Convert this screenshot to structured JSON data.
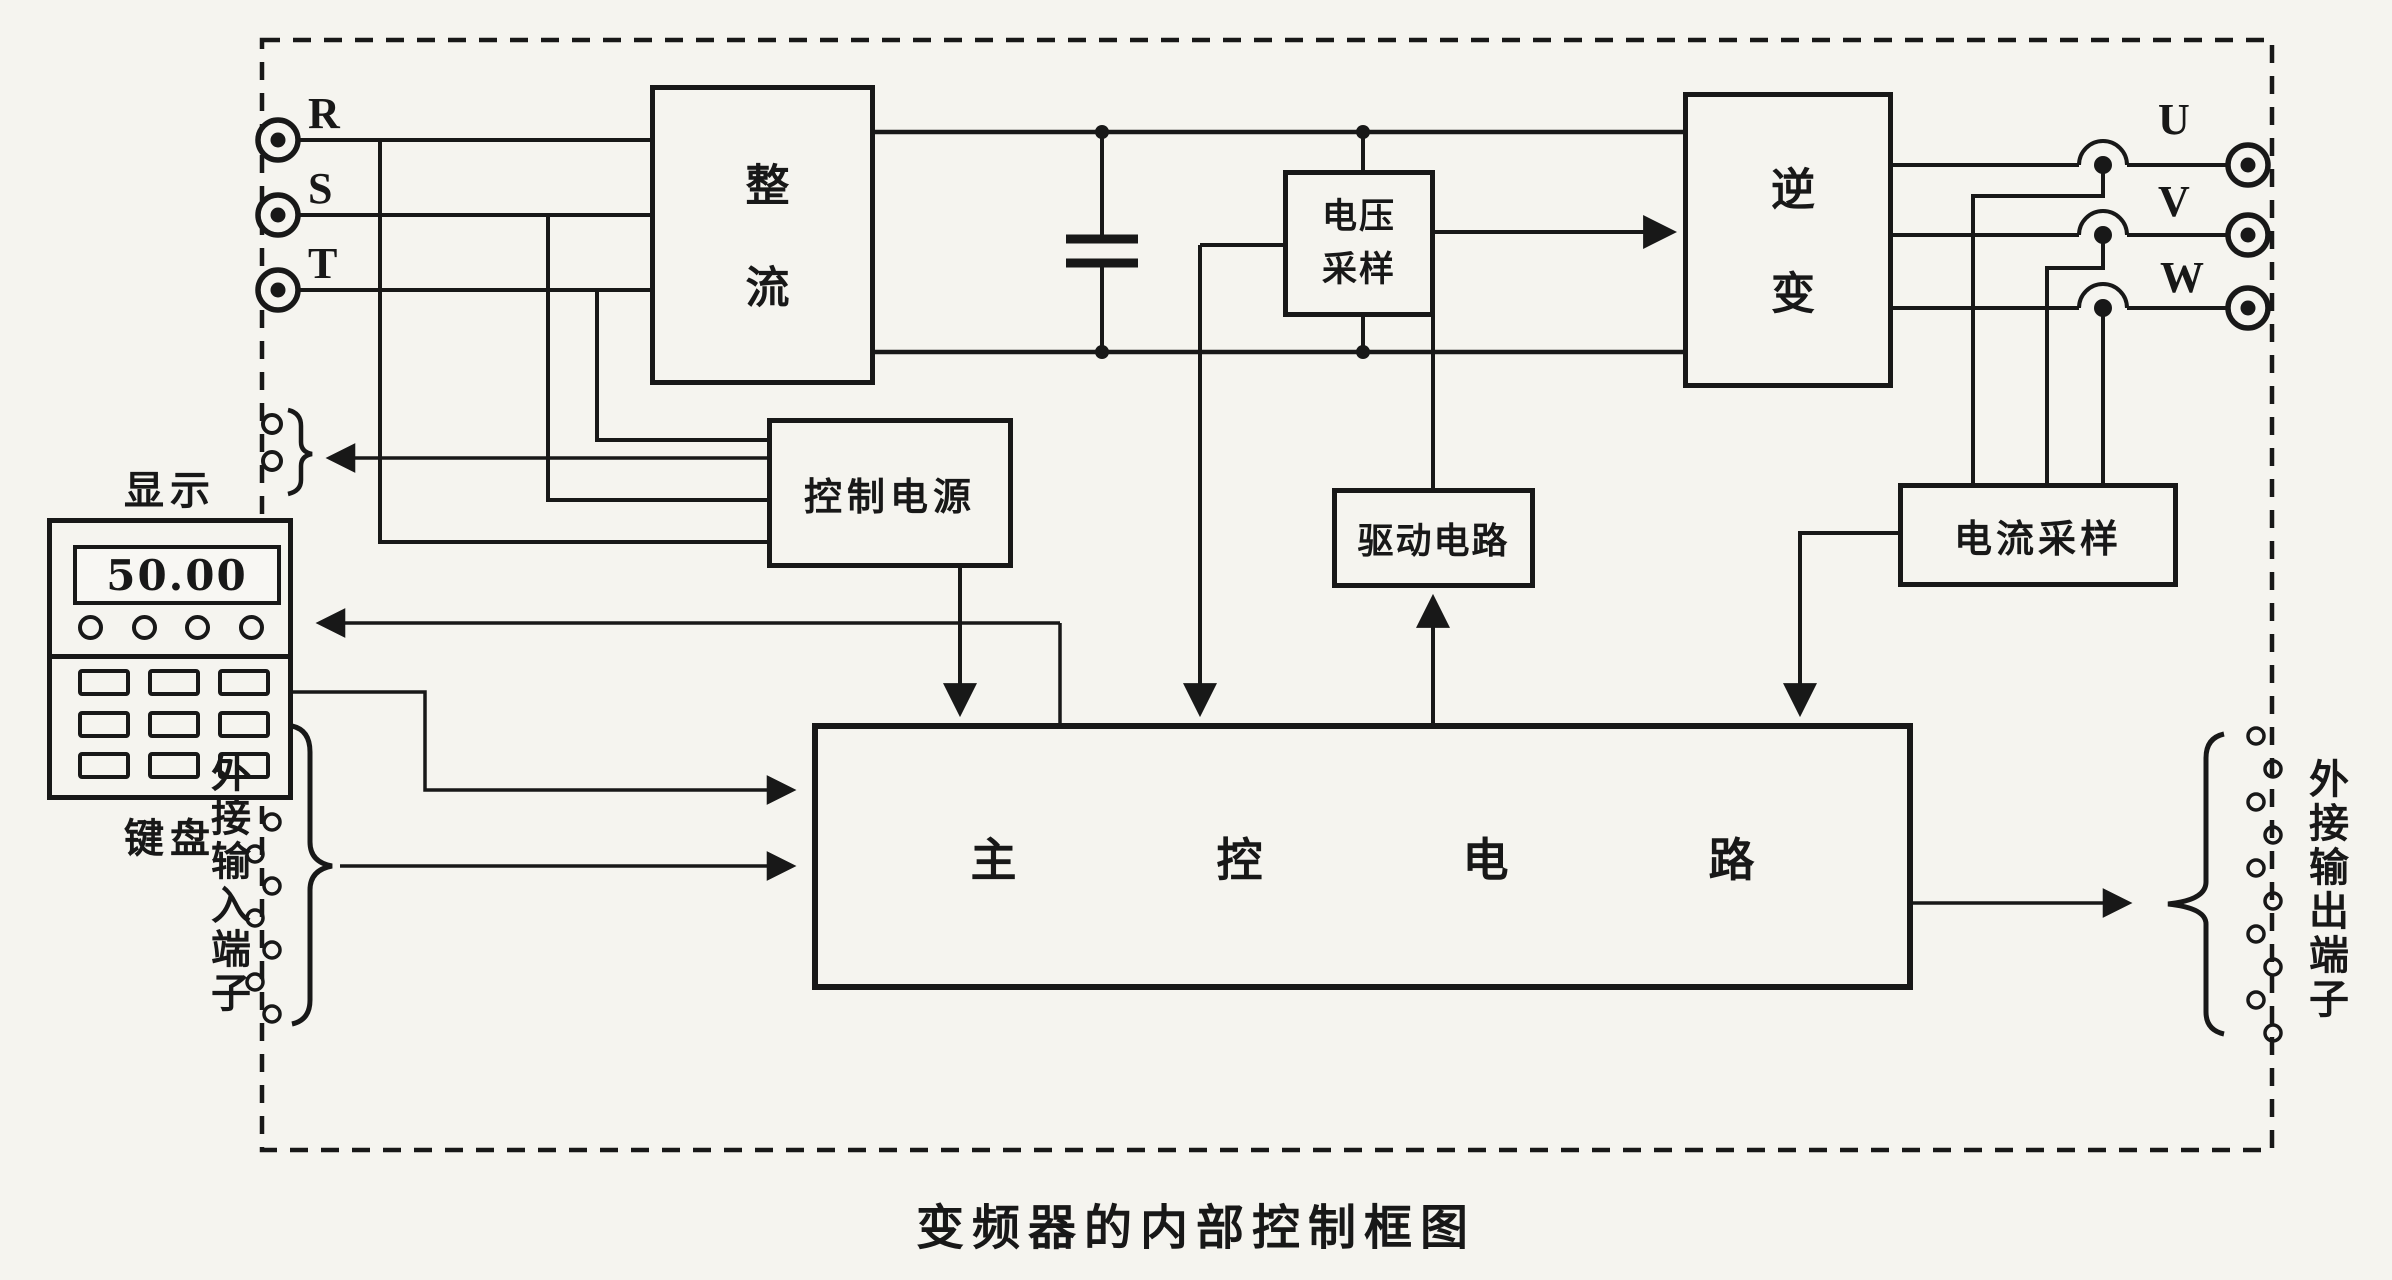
{
  "figure": {
    "caption": "变频器的内部控制框图"
  },
  "display_unit": {
    "top_label": "显示",
    "screen_value": "50.00",
    "bottom_label": "键盘"
  },
  "input_terminals": {
    "labels": [
      "R",
      "S",
      "T"
    ]
  },
  "output_terminals": {
    "labels": [
      "U",
      "V",
      "W"
    ]
  },
  "blocks": {
    "rectifier": "整流",
    "voltage_sampling": "电压采样",
    "inverter": "逆变",
    "control_power": "控制电源",
    "drive_circuit": "驱动电路",
    "current_sampling": "电流采样",
    "main_control_chars": [
      "主",
      "控",
      "电",
      "路"
    ]
  },
  "side_labels": {
    "external_input": "外接输入端子",
    "external_output": "外接输出端子"
  },
  "colors": {
    "ink": "#181818",
    "paper": "#f5f4ef"
  }
}
